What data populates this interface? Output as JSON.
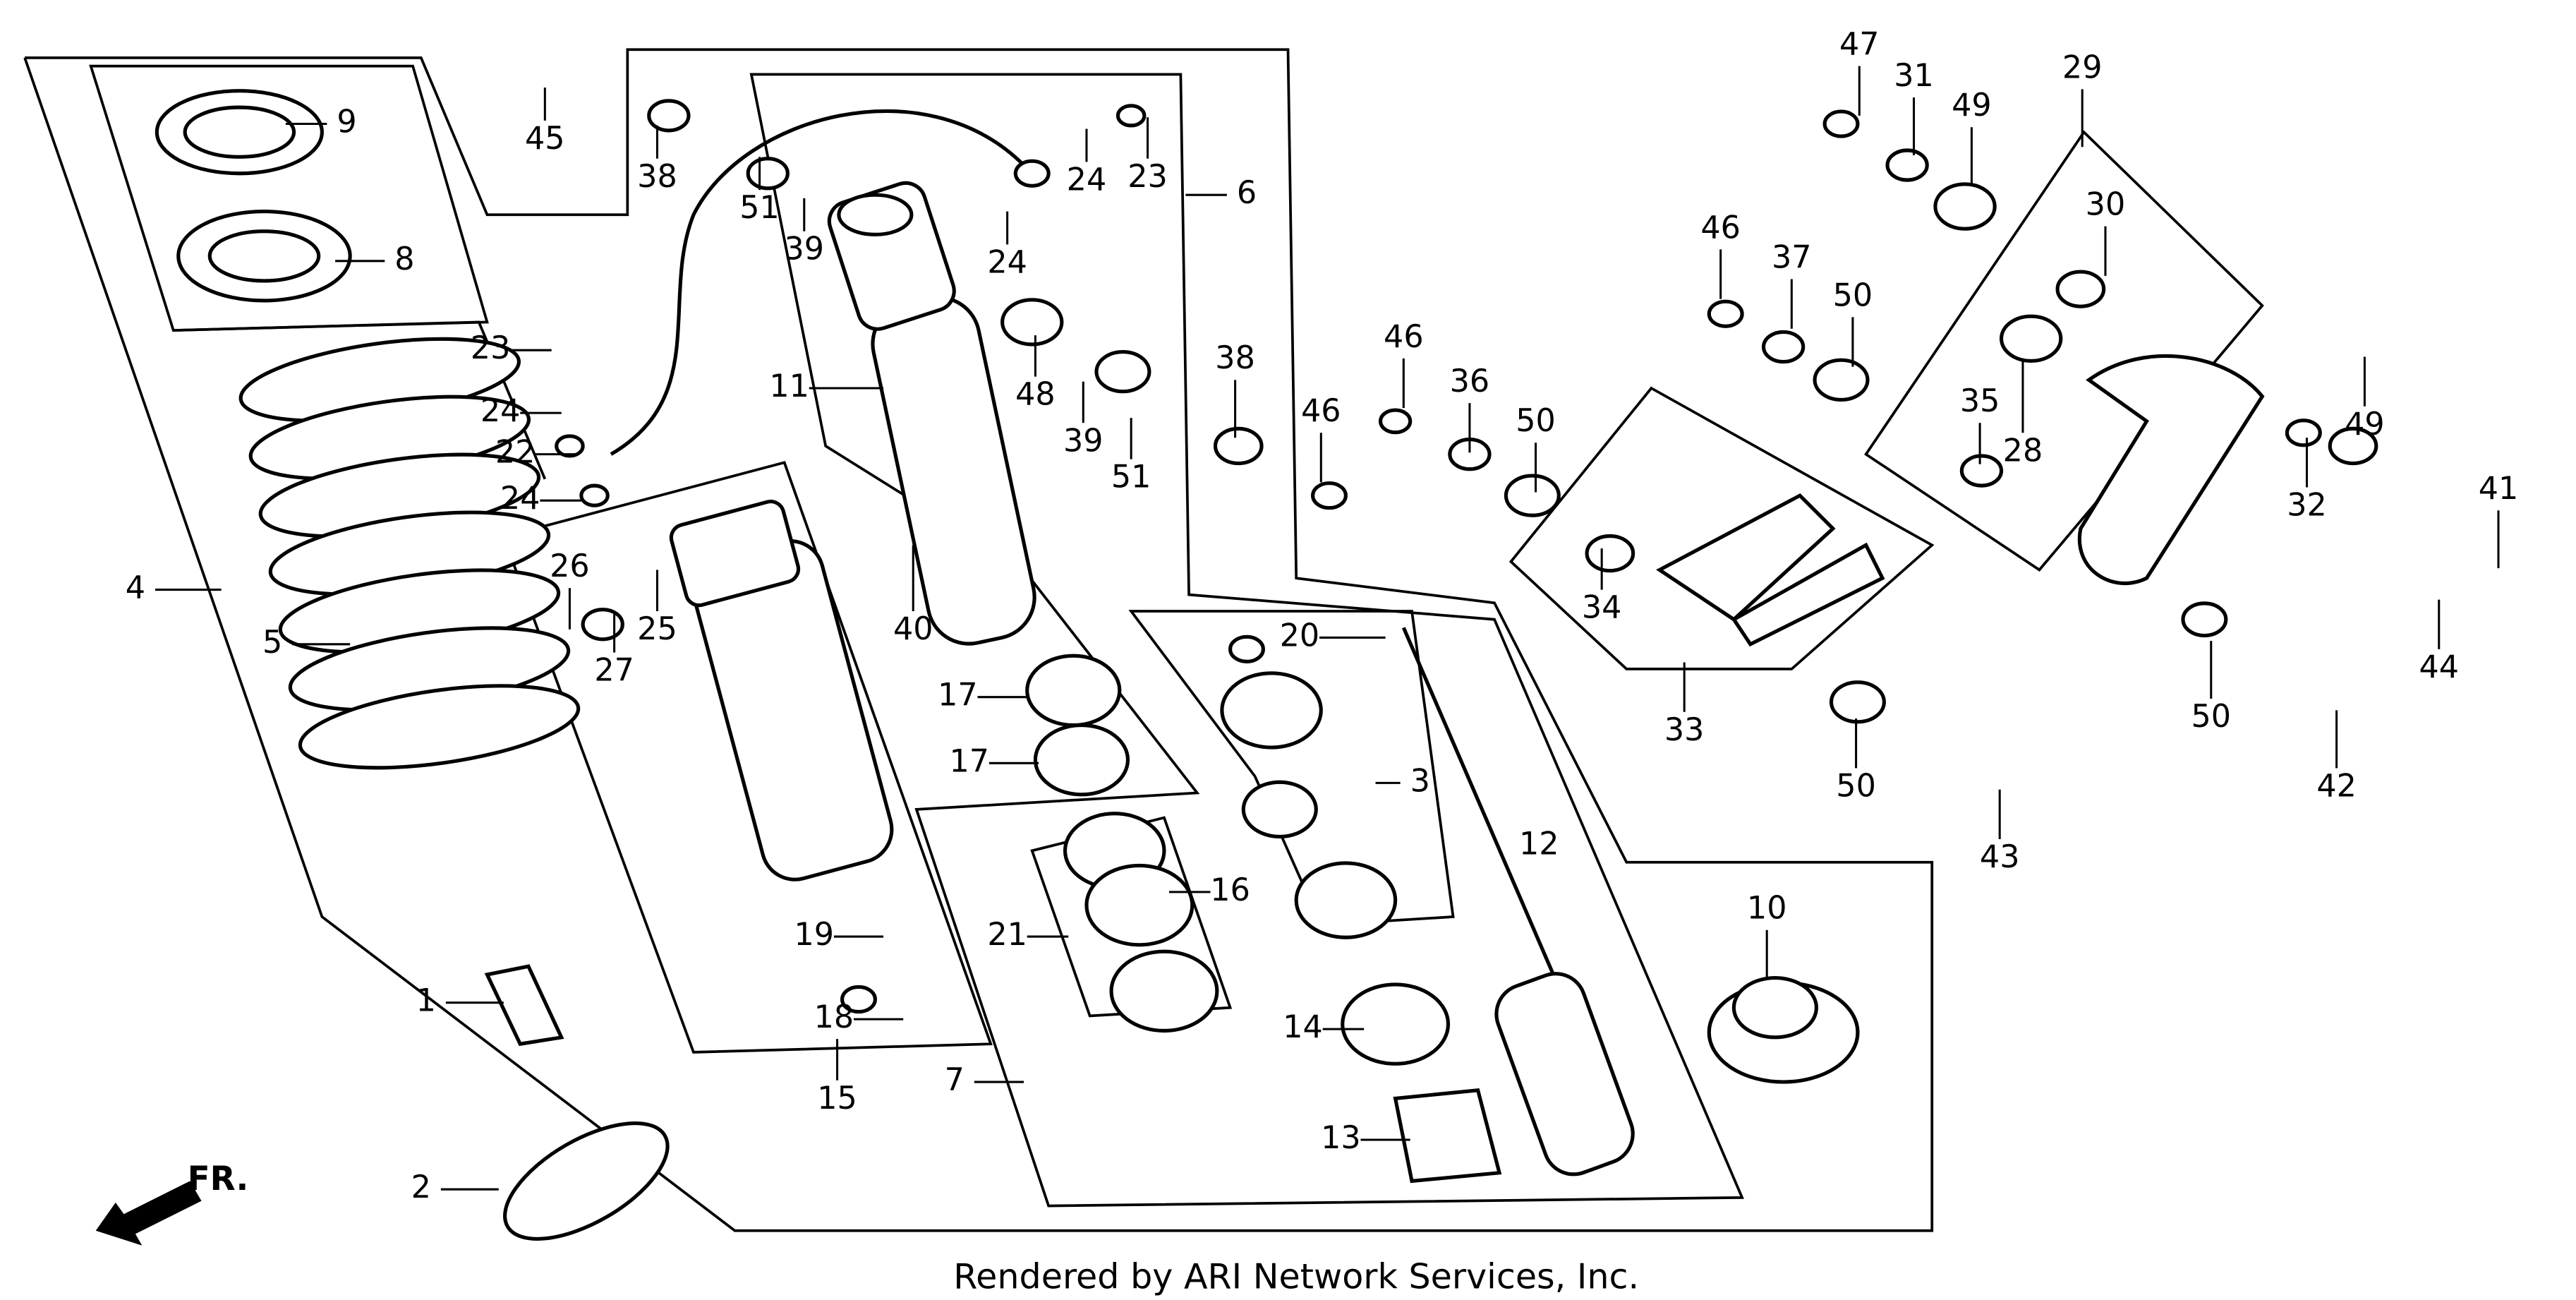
{
  "diagram": {
    "part_labels": [
      "9",
      "8",
      "45",
      "38",
      "51",
      "39",
      "23",
      "24",
      "24",
      "6",
      "23",
      "24",
      "22",
      "24",
      "11",
      "48",
      "39",
      "51",
      "38",
      "46",
      "46",
      "36",
      "50",
      "4",
      "5",
      "26",
      "27",
      "25",
      "40",
      "17",
      "17",
      "20",
      "3",
      "12",
      "21",
      "16",
      "19",
      "18",
      "15",
      "7",
      "14",
      "13",
      "1",
      "2",
      "10",
      "47",
      "31",
      "49",
      "29",
      "30",
      "46",
      "37",
      "50",
      "35",
      "28",
      "34",
      "33",
      "32",
      "49",
      "41",
      "44",
      "50",
      "42",
      "50",
      "43"
    ],
    "direction_marker": "FR.",
    "footer": "Rendered by ARI Network Services, Inc."
  },
  "colors": {
    "ink": "#000000",
    "background": "#ffffff"
  }
}
